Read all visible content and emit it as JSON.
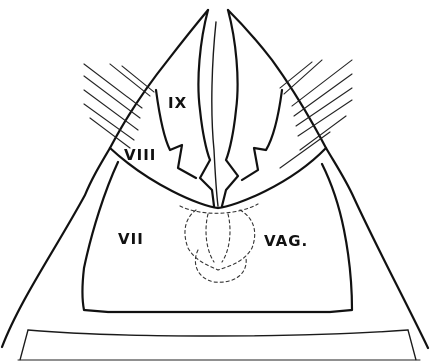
{
  "labels": {
    "segment_ix": "IX",
    "segment_viii": "VIII",
    "segment_vii": "VII",
    "vagina": "VAG."
  }
}
